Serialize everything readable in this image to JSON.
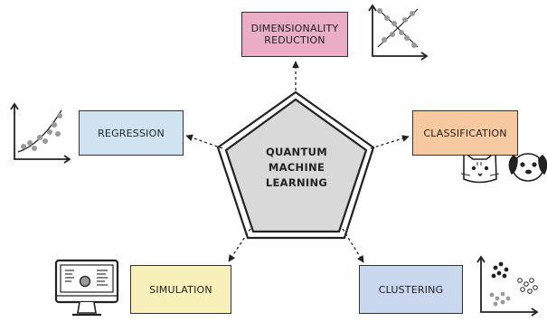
{
  "center": {
    "lines": [
      "QUANTUM",
      "MACHINE",
      "LEARNING"
    ]
  },
  "topics": {
    "dimensionality_reduction": {
      "lines": [
        "DIMENSIONALITY",
        "REDUCTION"
      ],
      "color": "#eaaec4",
      "icon": "pca-projection-icon"
    },
    "regression": {
      "label": "REGRESSION",
      "color": "#cfe4f0",
      "icon": "scatter-trend-icon"
    },
    "classification": {
      "label": "CLASSIFICATION",
      "color": "#f7c9a0",
      "icon": "cat-dog-icon"
    },
    "simulation": {
      "label": "SIMULATION",
      "color": "#f8f0b9",
      "icon": "computer-monitor-icon"
    },
    "clustering": {
      "label": "CLUSTERING",
      "color": "#c9d8ee",
      "icon": "cluster-scatter-icon"
    }
  },
  "colors": {
    "pentagon_fill": "#d9d9d9",
    "stroke": "#222222"
  }
}
